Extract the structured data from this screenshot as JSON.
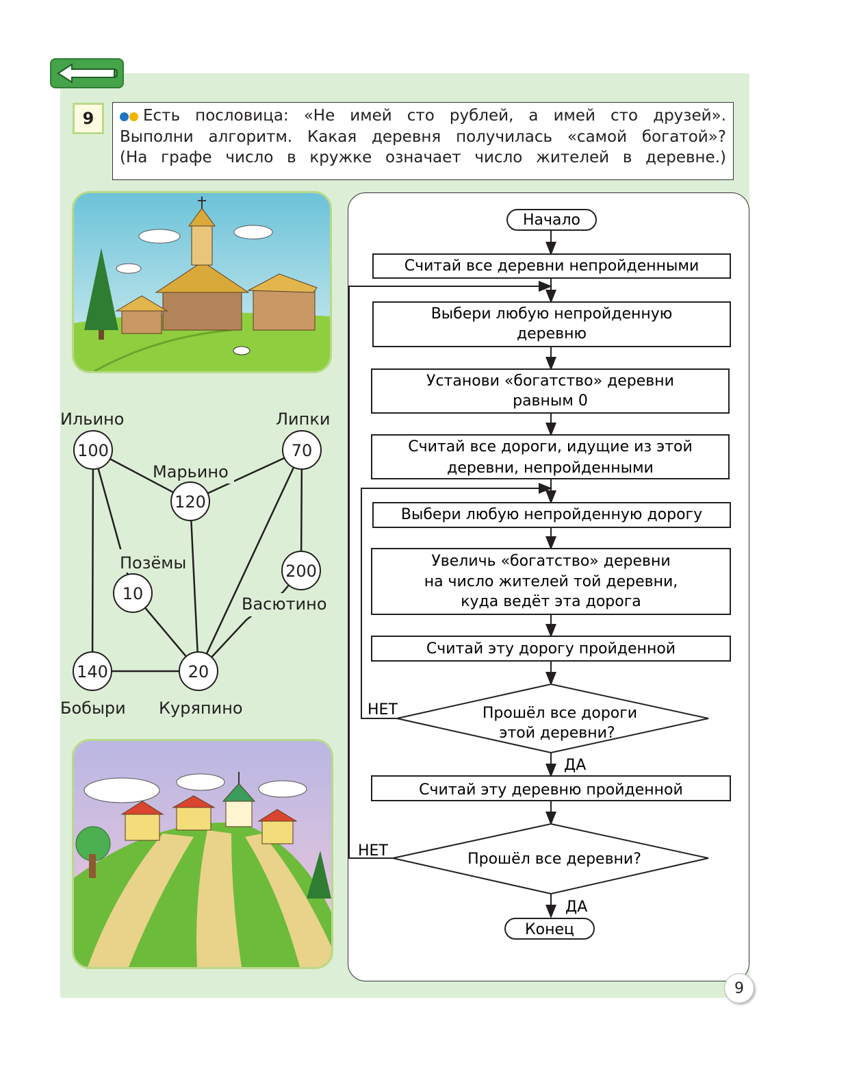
{
  "task": {
    "number": "9",
    "lines": [
      "Есть пословица: «Не имей сто рублей, а имей сто друзей».",
      "Выполни алгоритм. Какая деревня получилась «самой богатой»?",
      "(На графе число в кружке означает число жителей в деревне.)"
    ],
    "colors": {
      "accent_green": "#45a34a",
      "panel_bg": "#dcefd6",
      "dot_blue": "#1f74c4",
      "dot_yellow": "#f2b400"
    }
  },
  "graph": {
    "villages": [
      {
        "id": "ilyino",
        "name": "Ильино",
        "population": "100"
      },
      {
        "id": "lipki",
        "name": "Липки",
        "population": "70"
      },
      {
        "id": "marino",
        "name": "Марьино",
        "population": "120"
      },
      {
        "id": "pozemy",
        "name": "Позёмы",
        "population": "10"
      },
      {
        "id": "vasyutino",
        "name": "Васютино",
        "population": "200"
      },
      {
        "id": "bobyri",
        "name": "Бобыри",
        "population": "140"
      },
      {
        "id": "kuryapino",
        "name": "Куряпино",
        "population": "20"
      }
    ],
    "roads": [
      [
        "ilyino",
        "marino"
      ],
      [
        "lipki",
        "marino"
      ],
      [
        "ilyino",
        "bobyri"
      ],
      [
        "ilyino",
        "pozemy"
      ],
      [
        "marino",
        "kuryapino"
      ],
      [
        "lipki",
        "kuryapino"
      ],
      [
        "lipki",
        "vasyutino"
      ],
      [
        "vasyutino",
        "kuryapino"
      ],
      [
        "pozemy",
        "kuryapino"
      ],
      [
        "bobyri",
        "kuryapino"
      ]
    ]
  },
  "flowchart": {
    "start": "Начало",
    "steps": [
      [
        "Считай все деревни непройденными"
      ],
      [
        "Выбери любую непройденную",
        "деревню"
      ],
      [
        "Установи «богатство» деревни",
        "равным 0"
      ],
      [
        "Считай все дороги, идущие из этой",
        "деревни, непройденными"
      ],
      [
        "Выбери любую непройденную дорогу"
      ],
      [
        "Увеличь «богатство» деревни",
        "на число жителей той деревни,",
        "куда ведёт эта дорога"
      ],
      [
        "Считай эту дорогу пройденной"
      ],
      [
        "Считай эту деревню пройденной"
      ]
    ],
    "decisions": [
      [
        "Прошёл все дороги",
        "этой деревни?"
      ],
      [
        "Прошёл все деревни?"
      ]
    ],
    "yes_label": "ДА",
    "no_label": "НЕТ",
    "end": "Конец"
  },
  "page": {
    "number": "9"
  }
}
